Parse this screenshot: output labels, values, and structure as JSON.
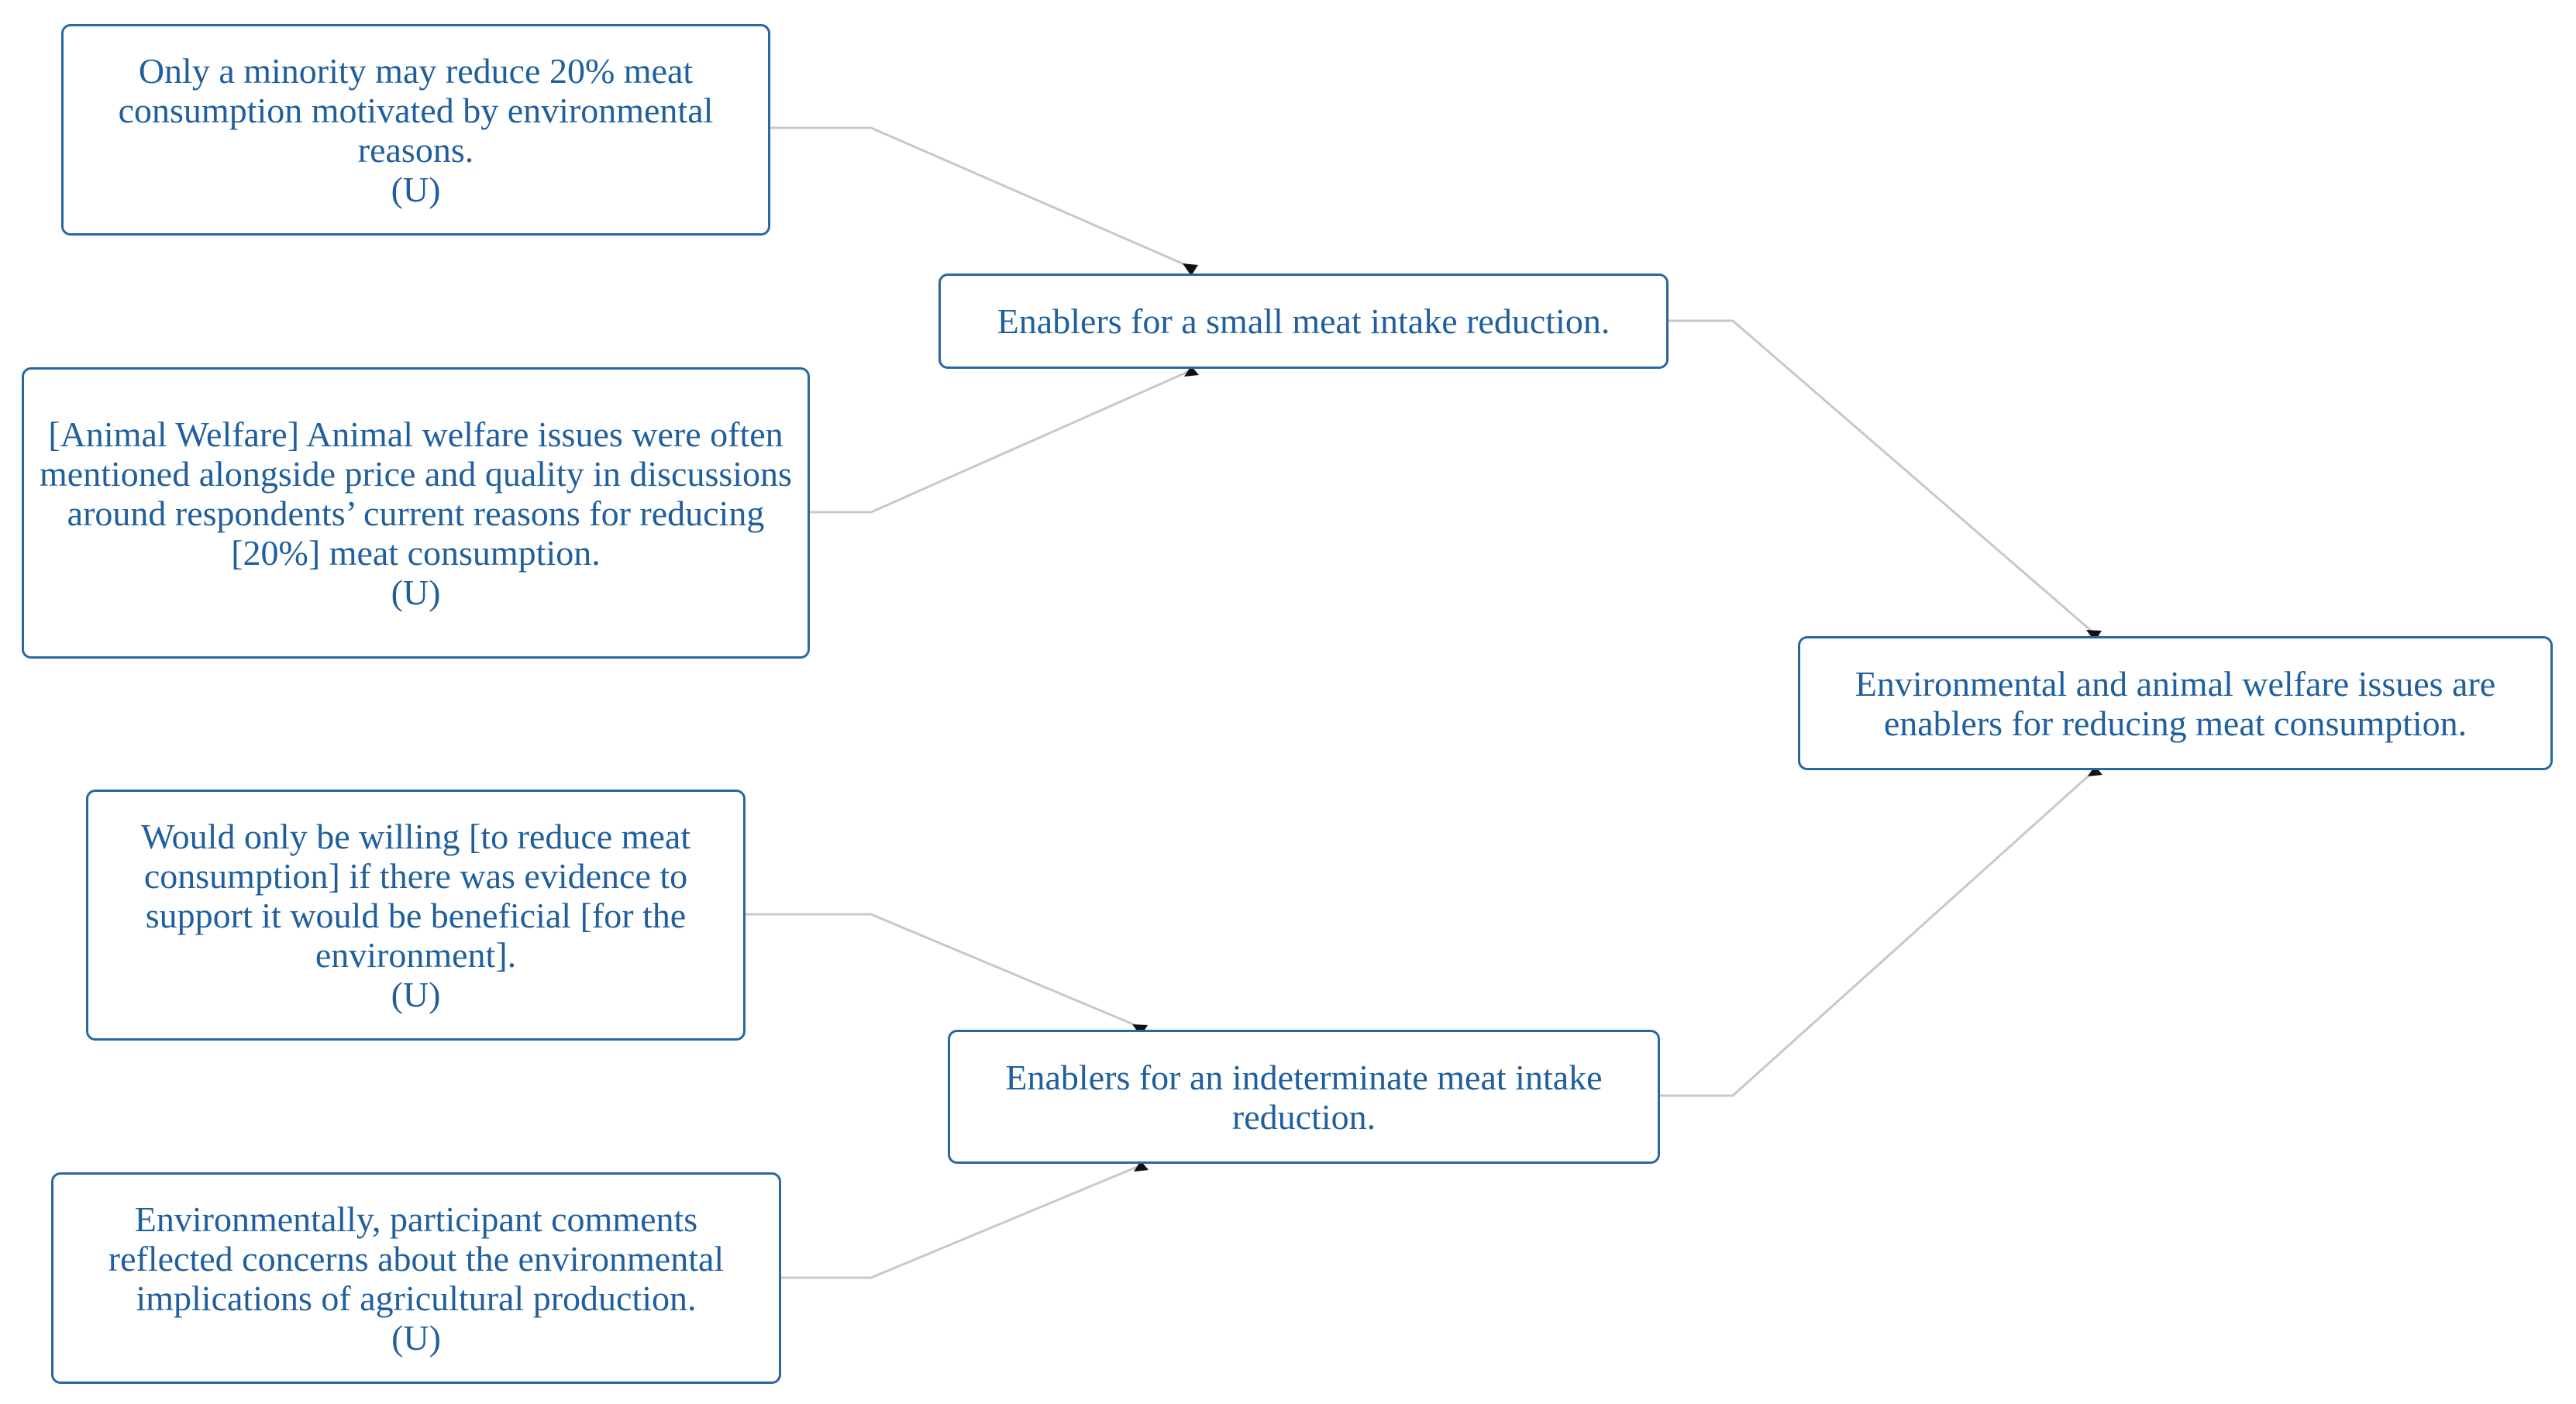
{
  "colors": {
    "node_border": "#2866a6",
    "node_text": "#1f5f9e",
    "edge_line": "#c8c8c8",
    "arrowhead": "#111111"
  },
  "nodes": {
    "q1": {
      "text": "Only a minority may reduce 20% meat consumption motivated by environmental reasons.",
      "tag": "(U)"
    },
    "q2": {
      "text": "[Animal Welfare] Animal welfare issues were often mentioned alongside price and quality in discussions around respondents’ current reasons for reducing [20%] meat consumption.",
      "tag": "(U)"
    },
    "q3": {
      "text": "Would only be willing [to reduce meat consumption] if there was evidence to support it would be beneficial [for the environment].",
      "tag": "(U)"
    },
    "q4": {
      "text": "Environmentally, participant comments reflected concerns about the environmental implications of agricultural production.",
      "tag": "(U)"
    },
    "mid_small": {
      "text": "Enablers for a small meat intake reduction."
    },
    "mid_indeterminate": {
      "text": "Enablers for an indeterminate meat intake reduction."
    },
    "conclusion": {
      "text": "Environmental and animal welfare issues are enablers for reducing meat consumption."
    }
  }
}
